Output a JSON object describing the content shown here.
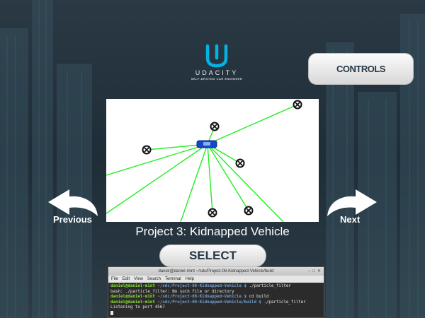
{
  "logo": {
    "name": "UDACITY",
    "tagline": "SELF-DRIVING CAR ENGINEER",
    "color": "#02b3e4"
  },
  "buttons": {
    "controls": "CONTROLS",
    "select": "SELECT"
  },
  "nav": {
    "previous": "Previous",
    "next": "Next"
  },
  "project_title": "Project 3: Kidnapped Vehicle",
  "simulator": {
    "beam_color": "#22ee22",
    "vehicle_color": "#1a44c8",
    "landmark_icon": "x-circle-icon"
  },
  "terminal": {
    "title": "daniel@daniel-mint ~/sdc/Project-08-Kidnapped-Vehicle/build",
    "menu": [
      "File",
      "Edit",
      "View",
      "Search",
      "Terminal",
      "Help"
    ],
    "lines": [
      {
        "user": "daniel@daniel-mint",
        "path": "~/sdc/Project-08-Kidnapped-Vehicle $",
        "cmd": " ./particle_filter"
      },
      {
        "text": "bash: ./particle_filter: No such file or directory"
      },
      {
        "user": "daniel@daniel-mint",
        "path": "~/sdc/Project-08-Kidnapped-Vehicle $",
        "cmd": " cd build"
      },
      {
        "user": "daniel@daniel-mint",
        "path": "~/sdc/Project-08-Kidnapped-Vehicle/build $",
        "cmd": " ./particle_filter"
      },
      {
        "text": "Listening to port 4567"
      }
    ]
  }
}
